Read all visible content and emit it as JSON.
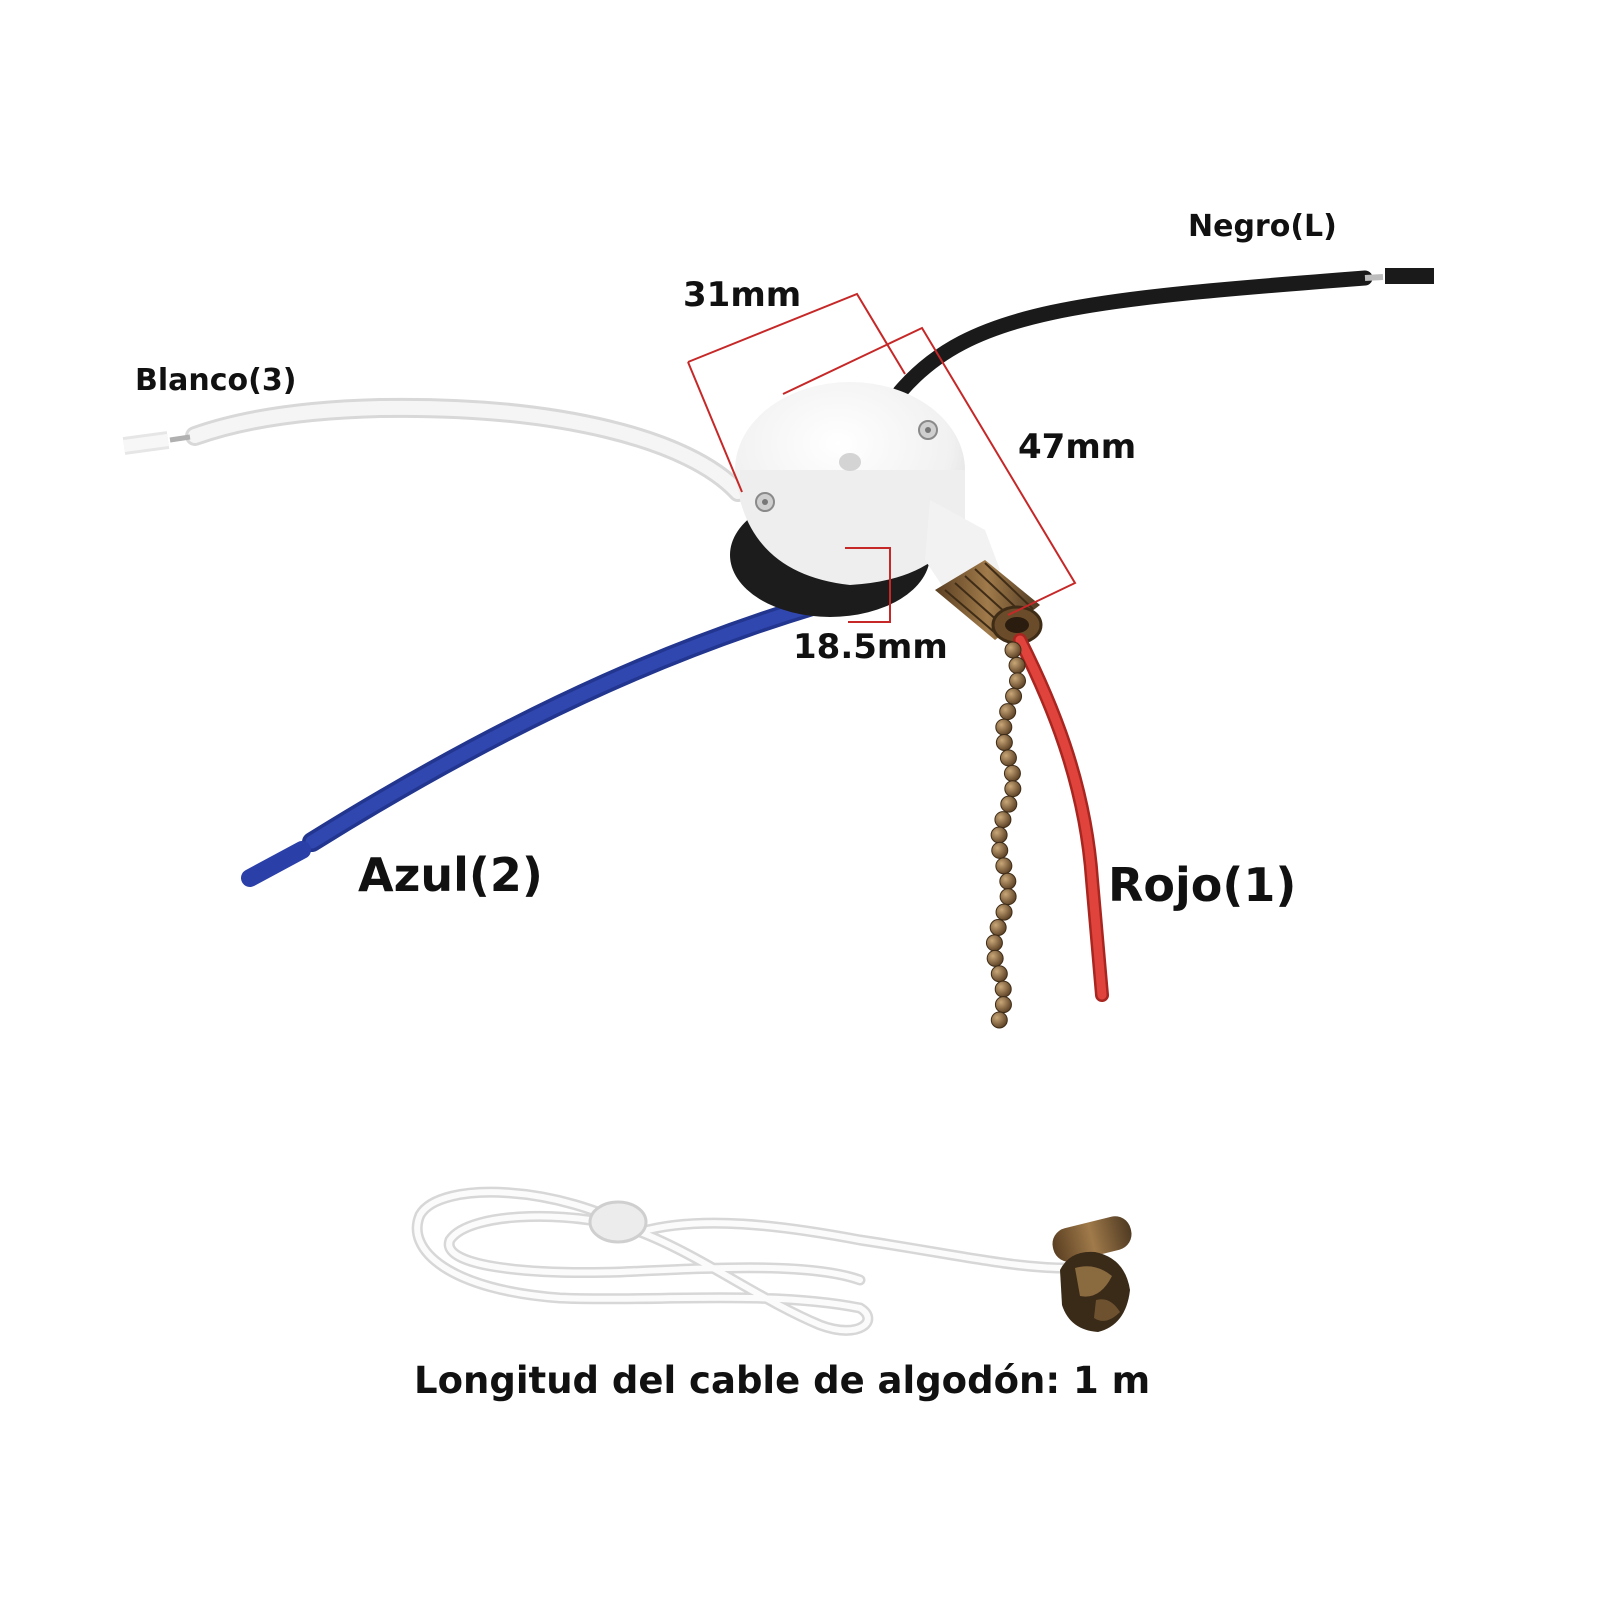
{
  "labels": {
    "negro": "Negro(L)",
    "blanco": "Blanco(3)",
    "width_dim": "31mm",
    "length_dim": "47mm",
    "height_dim": "18.5mm",
    "azul": "Azul(2)",
    "rojo": "Rojo(1)",
    "cord_length": "Longitud del cable de algodón: 1 m"
  },
  "colors": {
    "background": "#ffffff",
    "dimension_lines": "#c62828",
    "wire_black": "#1a1a1a",
    "wire_white": "#eeeeee",
    "wire_blue": "#2a3fa8",
    "wire_red": "#d83a34",
    "chain_bronze": "#7a5a34",
    "switch_body": "#f7f7f7"
  }
}
